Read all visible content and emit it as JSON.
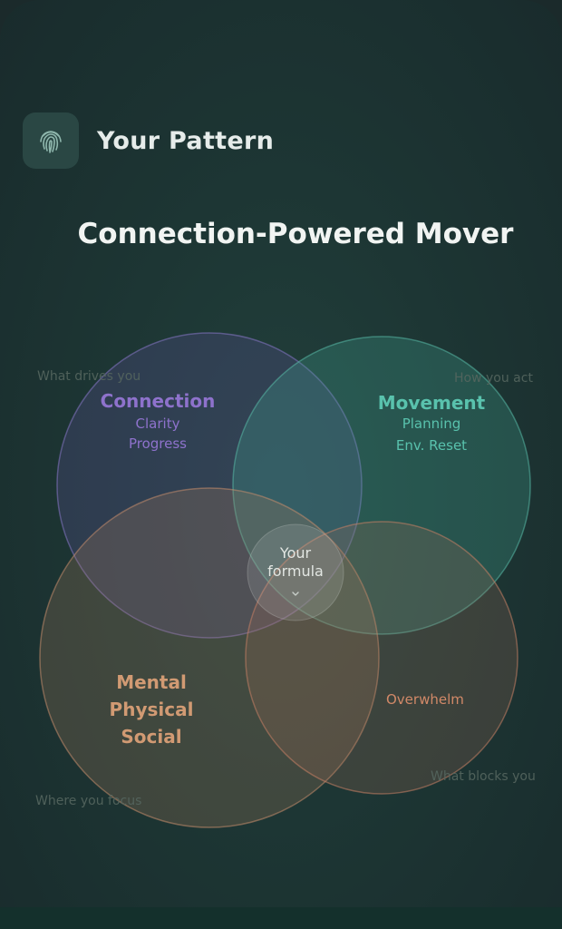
{
  "header": {
    "icon": "fingerprint-icon",
    "title": "Your Pattern"
  },
  "pattern_name": "Connection-Powered Mover",
  "venn": {
    "drives": {
      "corner_label": "What drives you",
      "title": "Connection",
      "items": [
        "Clarity",
        "Progress"
      ],
      "color": "#8e72cc"
    },
    "act": {
      "corner_label": "How you act",
      "title": "Movement",
      "items": [
        "Planning",
        "Env. Reset"
      ],
      "color": "#59c2ad"
    },
    "focus": {
      "corner_label": "Where you focus",
      "items": [
        "Mental",
        "Physical",
        "Social"
      ],
      "color": "#d19a73"
    },
    "blocks": {
      "corner_label": "What blocks you",
      "items": [
        "Overwhelm"
      ],
      "color": "#d28968"
    },
    "center": {
      "line1": "Your",
      "line2": "formula",
      "icon": "chevron-down-icon"
    }
  }
}
